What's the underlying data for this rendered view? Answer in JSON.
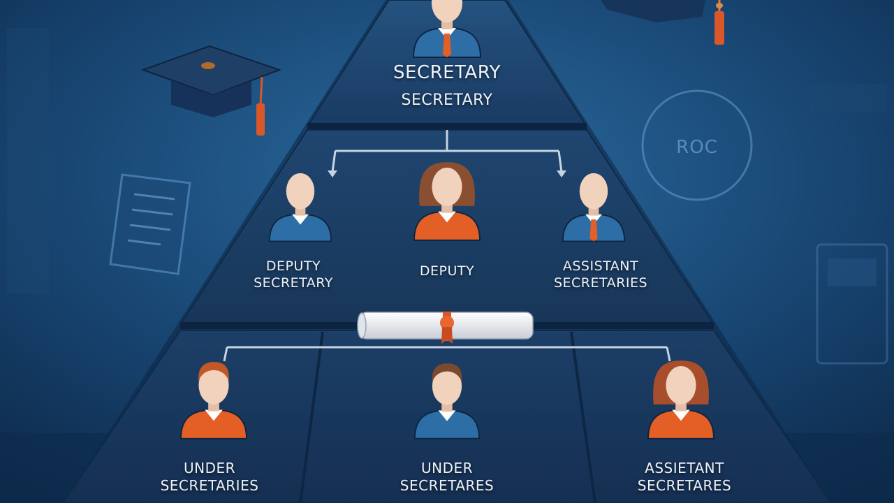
{
  "pyramid": {
    "top": {
      "label_line1": "SECRETARY",
      "label_line2": "SECRETARY"
    },
    "middle": [
      {
        "label": "DEPUTY\nSECRETARY"
      },
      {
        "label": "DEPUTY"
      },
      {
        "label": "ASSISTANT\nSECRETARIES"
      }
    ],
    "bottom": [
      {
        "label": "UNDER\nSECRETARIES"
      },
      {
        "label": "UNDER\nSECRETARES"
      },
      {
        "label": "ASSIETANT\nSECRETARES"
      }
    ]
  },
  "decor": {
    "circle_badge_text": "ROC"
  },
  "colors": {
    "background": "#14365a",
    "pyramid_face": "#1b3d66",
    "accent_orange": "#e35f26",
    "avatar_blue": "#2e6ea6",
    "skin": "#f1d2bc"
  }
}
